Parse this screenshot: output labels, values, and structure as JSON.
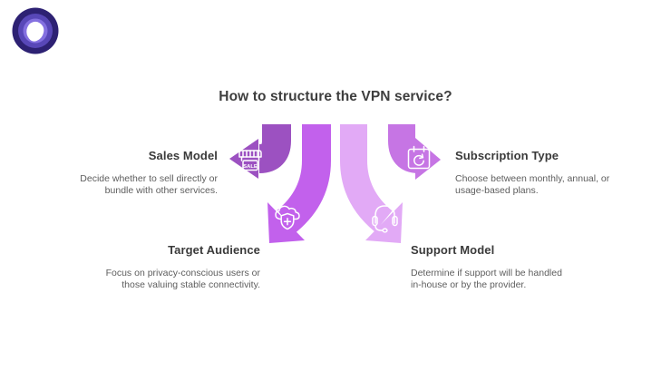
{
  "brand": {
    "logo_name": "vpn-brand-logo",
    "colors": {
      "outer_ring": "#2D2173",
      "mid_ring": "#5847B8",
      "inner_ring": "#8470E0",
      "pick": "#FFFFFF"
    }
  },
  "title": "How to structure the VPN service?",
  "diagram": {
    "sale_sign_text": "SALE",
    "items": [
      {
        "label": "Sales Model",
        "description": "Decide whether to sell directly or\nbundle with other services.",
        "icon": "storefront-sale-icon",
        "arrow_color": "#9C51C1",
        "arrow_direction": "left"
      },
      {
        "label": "Subscription Type",
        "description": "Choose between monthly, annual, or\nusage-based plans.",
        "icon": "recurring-calendar-icon",
        "arrow_color": "#C675E4",
        "arrow_direction": "right"
      },
      {
        "label": "Target Audience",
        "description": "Focus on privacy-conscious users or\nthose valuing stable connectivity.",
        "icon": "cloud-shield-plus-icon",
        "arrow_color": "#C261EC",
        "arrow_direction": "down-left"
      },
      {
        "label": "Support Model",
        "description": "Determine if support will be handled\nin-house or by the provider.",
        "icon": "headset-icon",
        "arrow_color": "#E2AAF6",
        "arrow_direction": "down-right"
      }
    ]
  }
}
